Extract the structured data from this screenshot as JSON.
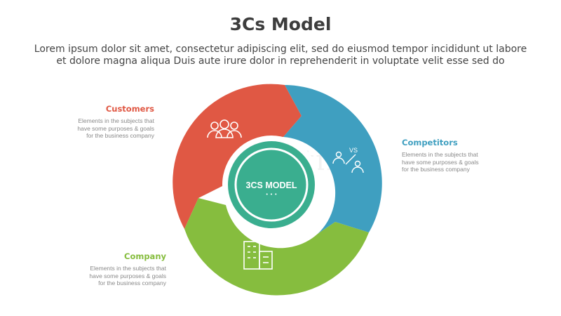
{
  "title": "3Cs Model",
  "subtitle_lines": [
    "Lorem ipsum dolor sit amet, consectetur adipiscing elit, sed do eiusmod tempor incididunt ut labore",
    "et dolore magna aliqua Duis aute irure dolor in reprehenderit in voluptate velit esse sed do"
  ],
  "center": {
    "label": "3CS MODEL",
    "dots": "• • •"
  },
  "segments": [
    {
      "id": "customers",
      "label": "Customers",
      "color": "#e05844",
      "icon": "people-group-icon",
      "description_lines": [
        "Elements in the subjects that",
        "have  some purposes & goals",
        "for the  business company"
      ]
    },
    {
      "id": "competitors",
      "label": "Competitors",
      "color": "#3f9fc0",
      "icon": "versus-icon",
      "icon_text": "VS",
      "description_lines": [
        "Elements in the subjects that",
        "have  some purposes & goals",
        "for the  business company"
      ]
    },
    {
      "id": "company",
      "label": "Company",
      "color": "#86bd3e",
      "icon": "office-building-icon",
      "description_lines": [
        "Elements in the subjects that",
        "have  some purposes & goals",
        "for the  business company"
      ]
    }
  ],
  "center_color": "#3aae8f",
  "watermark": "dreamstime"
}
